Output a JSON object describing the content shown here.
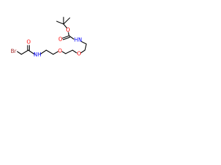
{
  "molecule": {
    "atoms": {
      "bromine": "Br",
      "oxygen_carbonyl_left": "O",
      "amide_nh_left": "NH",
      "ether_oxygen_1": "O",
      "ether_oxygen_2": "O",
      "carbamate_nh": "HN",
      "oxygen_ester": "O",
      "oxygen_carbonyl_right": "O"
    },
    "colors": {
      "bonds": "#000000",
      "bromine": "#a52a2a",
      "oxygen": "#ff0000",
      "nitrogen": "#0000ff"
    }
  }
}
